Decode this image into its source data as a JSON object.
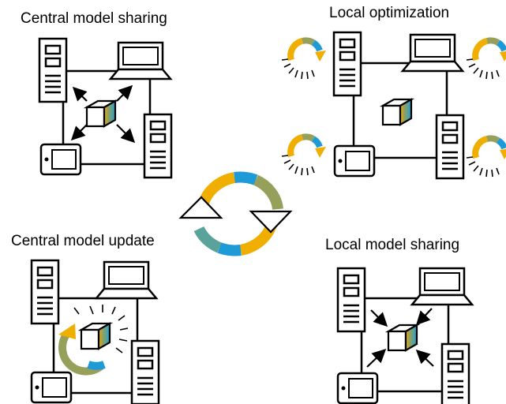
{
  "panels": [
    {
      "key": "central_sharing",
      "title": "Central model sharing"
    },
    {
      "key": "local_optimization",
      "title": "Local optimization"
    },
    {
      "key": "central_update",
      "title": "Central model update"
    },
    {
      "key": "local_sharing",
      "title": "Local model sharing"
    }
  ],
  "colors": {
    "stroke": "#000000",
    "orange": "#f0ae00",
    "blue": "#1e9bd7",
    "teal": "#5aa39a",
    "olive": "#97a05a",
    "background": "#ffffff"
  },
  "icons": [
    "server-icon",
    "laptop-icon",
    "tablet-icon",
    "cube-icon",
    "cycle-arrows-icon",
    "progress-ring-icon"
  ]
}
